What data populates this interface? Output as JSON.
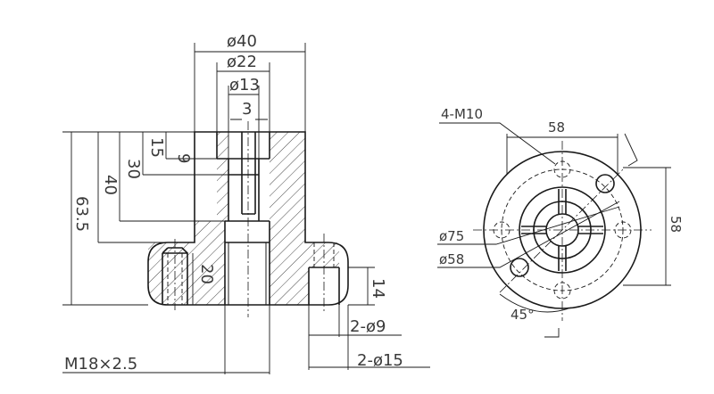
{
  "front_view": {
    "dims": {
      "d40": "ø40",
      "d22": "ø22",
      "d13": "ø13",
      "w3": "3",
      "h9": "9",
      "h15": "15",
      "h30": "30",
      "h40": "40",
      "h63_5": "63.5",
      "h20": "20",
      "h14": "14",
      "holes_9": "2-ø9",
      "holes_15": "2-ø15",
      "thread": "M18×2.5"
    }
  },
  "top_view": {
    "dims": {
      "tapped": "4-M10",
      "w58": "58",
      "h58": "58",
      "d75": "ø75",
      "d58": "ø58",
      "angle": "45°"
    }
  }
}
